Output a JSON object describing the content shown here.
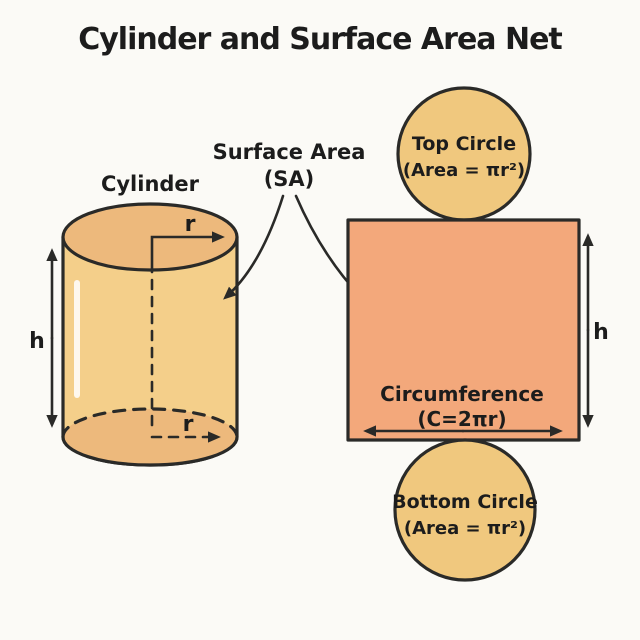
{
  "title": "Cylinder and Surface Area Net",
  "colors": {
    "background": "#fbfaf6",
    "outline": "#2a2a28",
    "text": "#1c1c1c",
    "cylinder_body": "#f4cf8a",
    "cylinder_cap": "#edb97c",
    "circle_fill": "#f0c87e",
    "rectangle_fill": "#f3a87b",
    "highlight": "#ffffff"
  },
  "cylinder": {
    "label": "Cylinder",
    "height_label": "h",
    "radius_top_label": "r",
    "radius_bottom_label": "r"
  },
  "surface_area": {
    "label_line1": "Surface Area",
    "label_line2": "(SA)"
  },
  "net": {
    "top_circle": {
      "name": "Top Circle",
      "formula": "(Area = πr²)"
    },
    "rectangle": {
      "name": "Circumference",
      "formula": "(C=2πr)",
      "height_label": "h"
    },
    "bottom_circle": {
      "name": "Bottom Circle",
      "formula": "(Area = πr²)"
    }
  }
}
